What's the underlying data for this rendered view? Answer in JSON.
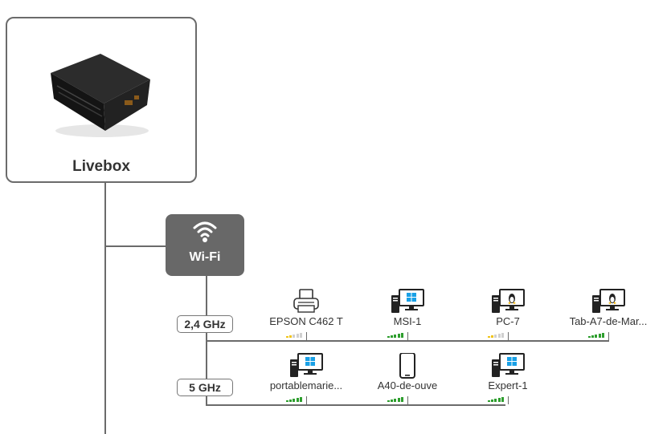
{
  "livebox": {
    "title": "Livebox"
  },
  "wifi": {
    "label": "Wi-Fi"
  },
  "bands": [
    {
      "label": "2,4 GHz",
      "devices": [
        {
          "name": "EPSON C462 T",
          "icon": "printer-icon",
          "signal": 2,
          "signal_color": "#f0c419"
        },
        {
          "name": "MSI-1",
          "icon": "windows-pc-icon",
          "signal": 5,
          "signal_color": "#2e9e2e"
        },
        {
          "name": "PC-7",
          "icon": "linux-pc-icon",
          "signal": 2,
          "signal_color": "#f0c419"
        },
        {
          "name": "Tab-A7-de-Mar...",
          "icon": "linux-pc-icon",
          "signal": 5,
          "signal_color": "#2e9e2e"
        }
      ]
    },
    {
      "label": "5 GHz",
      "devices": [
        {
          "name": "portablemarie...",
          "icon": "windows-pc-icon",
          "signal": 5,
          "signal_color": "#2e9e2e"
        },
        {
          "name": "A40-de-ouve",
          "icon": "smartphone-icon",
          "signal": 5,
          "signal_color": "#2e9e2e"
        },
        {
          "name": "Expert-1",
          "icon": "windows-pc-icon",
          "signal": 5,
          "signal_color": "#2e9e2e"
        }
      ]
    }
  ],
  "colors": {
    "line": "#6b6b6b",
    "wifi_node_bg": "#686868",
    "windows_blue": "#19a0e6",
    "signal_good": "#2e9e2e",
    "signal_weak": "#f0c419",
    "signal_empty": "#d0d0d0"
  }
}
